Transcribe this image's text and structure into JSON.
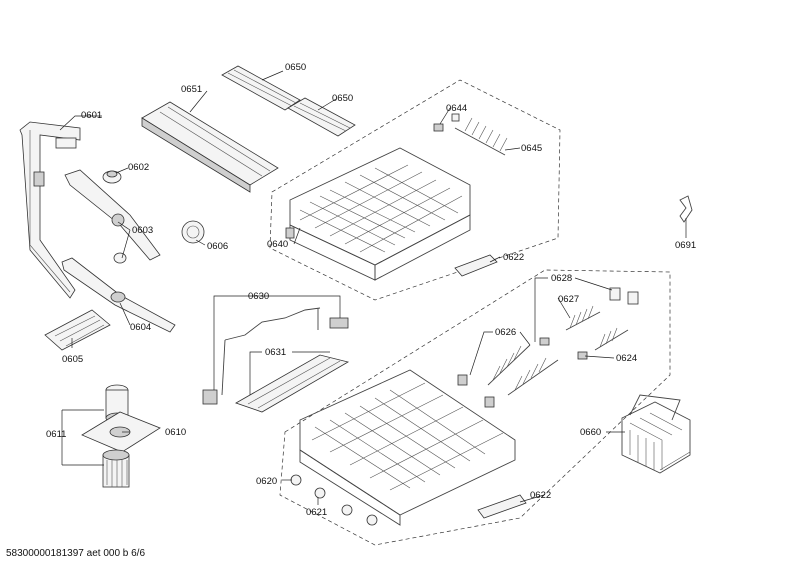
{
  "labels": {
    "p0601": "0601",
    "p0602": "0602",
    "p0603": "0603",
    "p0604": "0604",
    "p0605": "0605",
    "p0606": "0606",
    "p0610": "0610",
    "p0611": "0611",
    "p0620": "0620",
    "p0621": "0621",
    "p0622a": "0622",
    "p0622b": "0622",
    "p0624": "0624",
    "p0626": "0626",
    "p0627": "0627",
    "p0628": "0628",
    "p0630": "0630",
    "p0631": "0631",
    "p0640": "0640",
    "p0644": "0644",
    "p0645": "0645",
    "p0650a": "0650",
    "p0650b": "0650",
    "p0651": "0651",
    "p0660": "0660",
    "p0691": "0691"
  },
  "footer": {
    "doc_id": "58300000181397 aet 000 b 6/6"
  }
}
